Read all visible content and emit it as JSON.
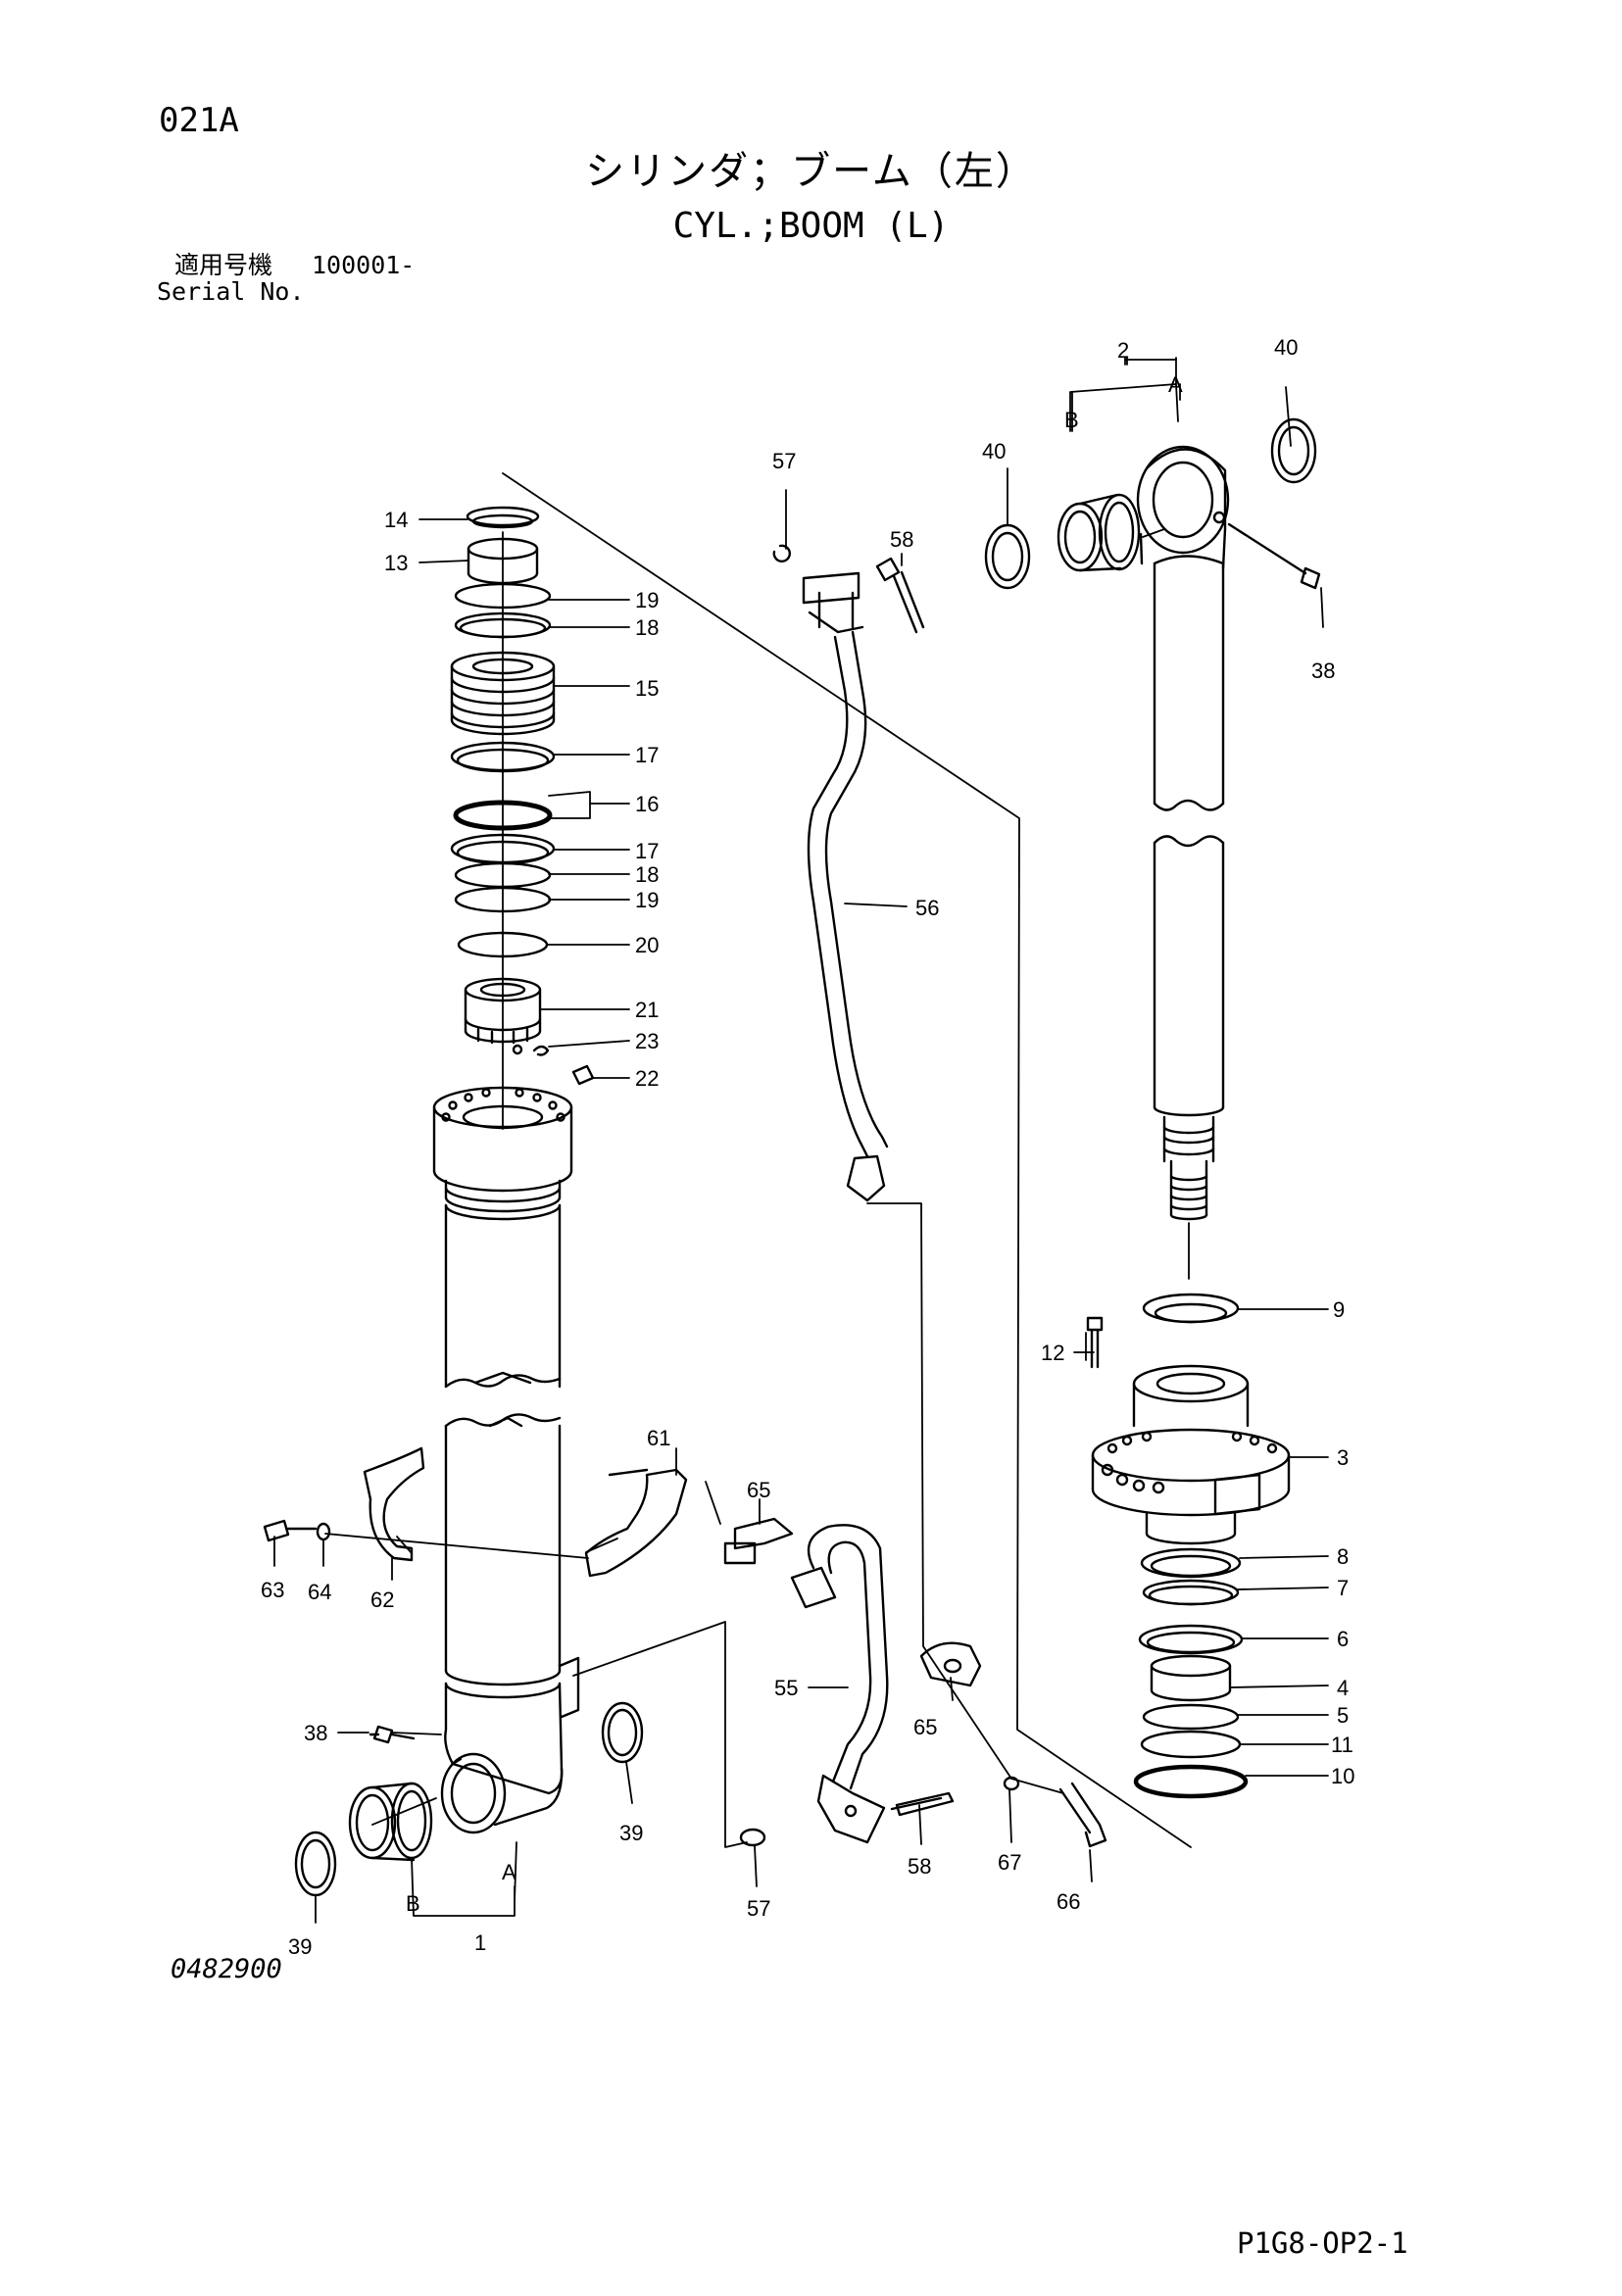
{
  "header": {
    "page_code": "021A",
    "title_jp": "シリンダ；ブーム（左）",
    "title_en": "CYL.;BOOM (L)",
    "serial_label_jp": "適用号機",
    "serial_value": "100001-",
    "serial_label_en": "Serial No."
  },
  "footer": {
    "drawing_number": "0482900",
    "sheet_code": "P1G8-OP2-1"
  },
  "callouts": {
    "c1": "1",
    "c2": "2",
    "c3": "3",
    "c4": "4",
    "c5": "5",
    "c6": "6",
    "c7": "7",
    "c8": "8",
    "c9": "9",
    "c10": "10",
    "c11": "11",
    "c12": "12",
    "c13": "13",
    "c14": "14",
    "c15": "15",
    "c16": "16",
    "c17a": "17",
    "c17b": "17",
    "c18a": "18",
    "c18b": "18",
    "c19a": "19",
    "c19b": "19",
    "c20": "20",
    "c21": "21",
    "c22": "22",
    "c23": "23",
    "c38a": "38",
    "c38b": "38",
    "c39a": "39",
    "c39b": "39",
    "c40a": "40",
    "c40b": "40",
    "c55": "55",
    "c56": "56",
    "c57a": "57",
    "c57b": "57",
    "c58a": "58",
    "c58b": "58",
    "c61": "61",
    "c62": "62",
    "c63": "63",
    "c64": "64",
    "c65a": "65",
    "c65b": "65",
    "c66": "66",
    "c67": "67",
    "a1": "A",
    "b1": "B",
    "a2": "A",
    "b2": "B"
  }
}
